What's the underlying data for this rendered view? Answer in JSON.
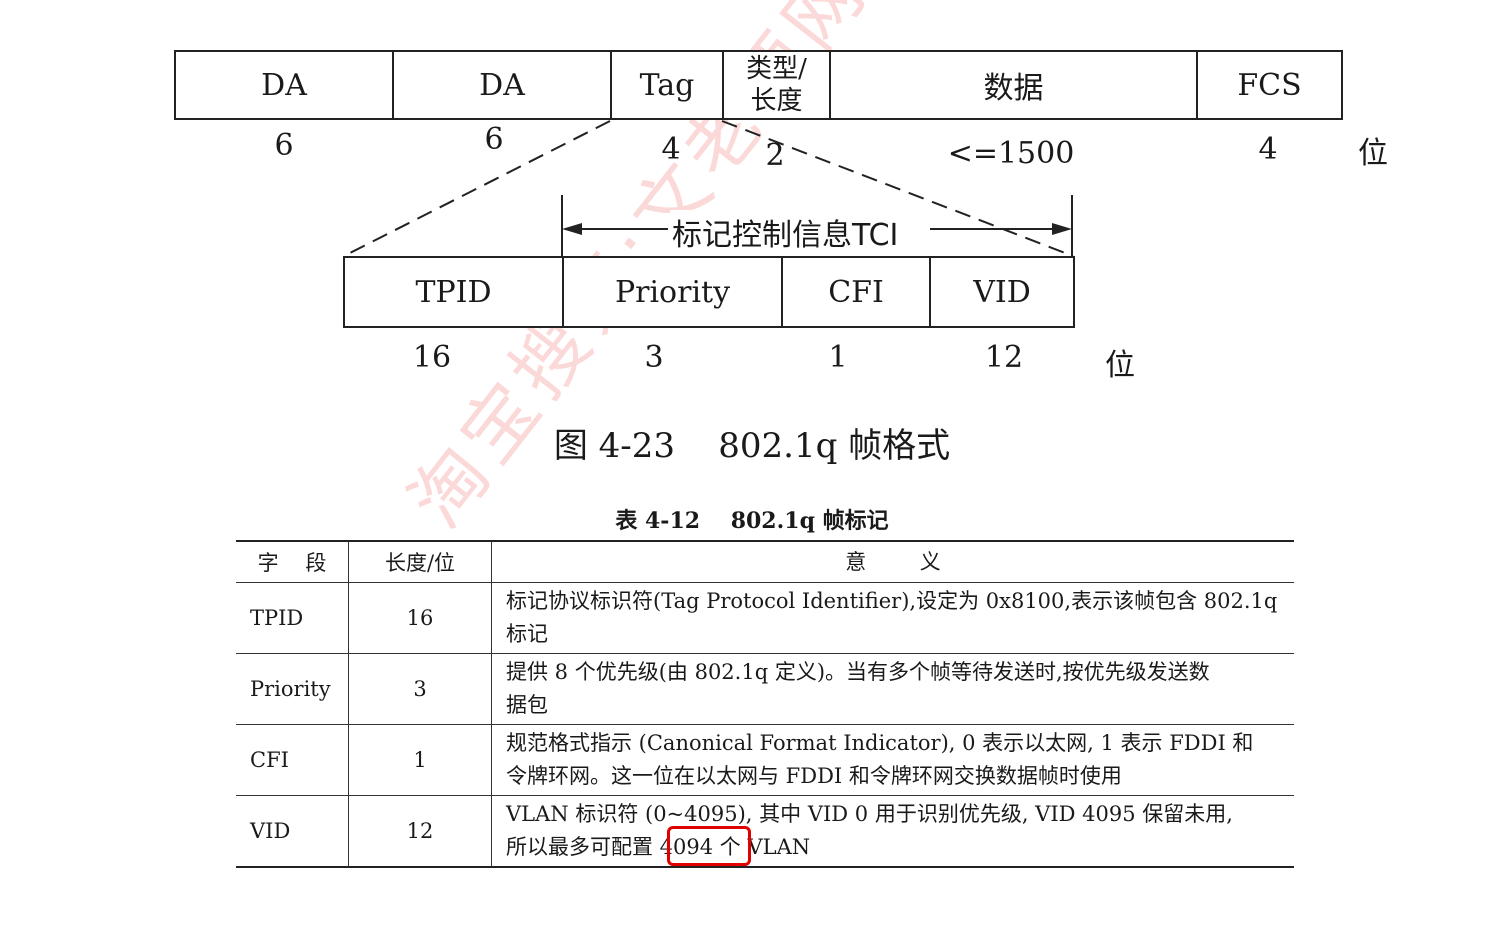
{
  "frame_fields": [
    {
      "label": "DA",
      "size": "6"
    },
    {
      "label": "DA",
      "size": "6"
    },
    {
      "label": "Tag",
      "size": "4"
    },
    {
      "label_line1": "类型/",
      "label_line2": "长度",
      "size": "2"
    },
    {
      "label": "数据",
      "size": "<=1500"
    },
    {
      "label": "FCS",
      "size": "4"
    }
  ],
  "frame_unit": "位",
  "tci_label": "标记控制信息TCI",
  "tag_fields": [
    {
      "label": "TPID",
      "size": "16"
    },
    {
      "label": "Priority",
      "size": "3"
    },
    {
      "label": "CFI",
      "size": "1"
    },
    {
      "label": "VID",
      "size": "12"
    }
  ],
  "tag_unit": "位",
  "figure_caption": "图 4-23    802.1q 帧格式",
  "table_caption": "表 4-12    802.1q 帧标记",
  "table": {
    "headers": [
      "字    段",
      "长度/位",
      "意        义"
    ],
    "rows": [
      {
        "field": "TPID",
        "length": "16",
        "meaning_line1": "标记协议标识符(Tag Protocol Identifier),设定为 0x8100,表示该帧包含 802.1q",
        "meaning_line2": "标记"
      },
      {
        "field": "Priority",
        "length": "3",
        "meaning_line1": "提供 8 个优先级(由 802.1q 定义)。当有多个帧等待发送时,按优先级发送数",
        "meaning_line2": "据包"
      },
      {
        "field": "CFI",
        "length": "1",
        "meaning_line1": "规范格式指示 (Canonical Format Indicator), 0 表示以太网, 1 表示 FDDI 和",
        "meaning_line2": "令牌环网。这一位在以太网与 FDDI 和令牌环网交换数据帧时使用"
      },
      {
        "field": "VID",
        "length": "12",
        "meaning_line1": "VLAN 标识符 (0~4095), 其中 VID 0 用于识别优先级, VID 4095 保留未用,",
        "meaning_line2": "所以最多可配置 4094 个 VLAN"
      }
    ]
  },
  "watermark": "淘宝搜索:文老师网络工程师",
  "colors": {
    "highlight": "#e00000",
    "watermark": "#eb5050"
  }
}
